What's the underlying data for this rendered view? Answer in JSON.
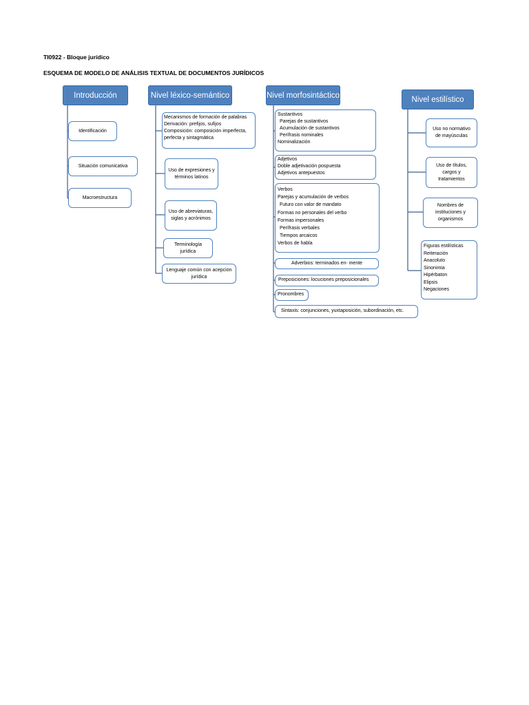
{
  "doc": {
    "title": "TI0922 - Bloque jurídico",
    "subtitle": "ESQUEMA DE MODELO DE ANÁLISIS TEXTUAL DE DOCUMENTOS JURÍDICOS"
  },
  "colors": {
    "header_fill": "#4f81bd",
    "box_border": "#4f81bd",
    "connector": "#3a5f8c"
  },
  "col1": {
    "header": "Introducción",
    "items": [
      "Identificación",
      "Situación comunicativa",
      "Macroestructura"
    ]
  },
  "col2": {
    "header": "Nivel léxico-semántico",
    "mecanismos": [
      "Mecanismos de formación de palabras",
      "Derivación: prefijos, sufijos",
      "Composición: composición imperfecta,",
      "perfecta y sintagmática"
    ],
    "expresiones": [
      "Uso de expresiones y",
      "términos latinos"
    ],
    "abreviaturas": [
      "Uso de abreviaturas,",
      "siglas y acrónimos"
    ],
    "terminologia": [
      "Terminología",
      "jurídica"
    ],
    "lenguaje": [
      "Lenguaje común con acepción",
      "jurídica"
    ]
  },
  "col3": {
    "header": "Nivel morfosintáctico",
    "sustantivos": [
      "Sustantivos",
      "Parejas de sustantivos",
      "Acumulación de sustantivos",
      "Perífrasis nominales",
      "Nominalización"
    ],
    "adjetivos": [
      "Adjetivos",
      "Doble adjetivación pospuesta",
      "Adjetivos antepuestos"
    ],
    "verbos": [
      "Verbos",
      "Parejas  y acumulación de verbos",
      "Futuro con valor de mandato",
      "Formas no personales del verbo",
      "Formas impersonales",
      "Perífrasis verbales",
      "Tiempos arcaicos",
      "Verbos de habla"
    ],
    "adverbios": "Adverbios: terminados en- mente",
    "preposiciones": "Preposiciones: locuciones preposicionales",
    "pronombres": "Pronombres",
    "sintaxis": "Sintaxis: conjunciones, yuxtaposición, subordinación, etc."
  },
  "col4": {
    "header": "Nivel estilístico",
    "mayusculas": [
      "Uso no normativo",
      "de mayúsculas"
    ],
    "titulos": [
      "Uso de títulos,",
      "cargos y",
      "tratamientos"
    ],
    "nombres": [
      "Nombres de",
      "instituciones y",
      "organismos"
    ],
    "figuras": [
      "Figuras estilísticas",
      "Reiteración",
      "Anacoluto",
      "Sinonimia",
      "Hipérbaton",
      "Elipsis",
      "Negaciones"
    ]
  }
}
